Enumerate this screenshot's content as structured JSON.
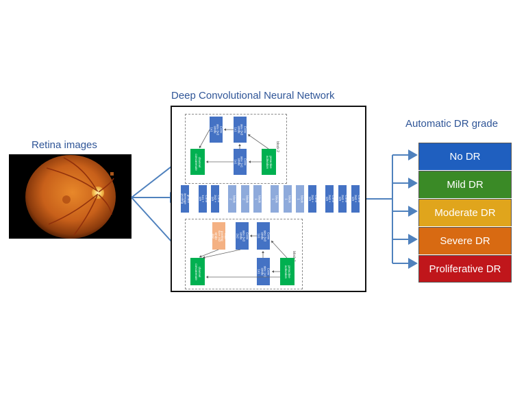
{
  "titles": {
    "retina": "Retina images",
    "cnn": "Deep Convolutional Neural Network",
    "grade": "Automatic DR grade"
  },
  "network": {
    "block2_label": "block 2",
    "block1_label": "block 1",
    "block2_items": {
      "channel_concat": "channel\nconcatenate",
      "conv_top": "Conv\nsize 3x3\nstride 1x1",
      "conv_mid": "Conv\nsize 3x3\nstride 1x1",
      "conv_low": "Conv\nsize 1x1\nstride 1x1",
      "preact": "preactive\nactivation"
    },
    "main_row": [
      "global\naverage\npooling",
      "Conv\n1x1 + 1/9",
      "Conv\n3x3 + 1/9",
      "block 2",
      "block 2",
      "block 1",
      "block 1",
      "block 1",
      "block 1",
      "Conv\n3x3 + 1/9",
      "Conv\n3x3 + 1/9",
      "Conv\n3x3 + 1/9",
      "Conv\n3x3 + 1/9"
    ],
    "block1_items": {
      "max_pool": "Max pooling\nsize 2x2\nstride 2x2",
      "conv_a": "Conv\nsize 3x3\nstride 2x2",
      "conv_b": "Conv\nsize 3x3\nstride 1x1",
      "conv_c": "Conv\nsize 1x1\nstride 1x1",
      "channel_concat": "channel\nconcatenate",
      "preact": "preactive\nactivation"
    }
  },
  "grades": [
    "No DR",
    "Mild DR",
    "Moderate DR",
    "Severe DR",
    "Proliferative DR"
  ],
  "colors": {
    "arrow": "#4f81bd",
    "no_dr": "#1f5fbf",
    "mild": "#3a8a26",
    "moderate": "#e0a51c",
    "severe": "#d86a12",
    "proliferative": "#c0161b"
  }
}
